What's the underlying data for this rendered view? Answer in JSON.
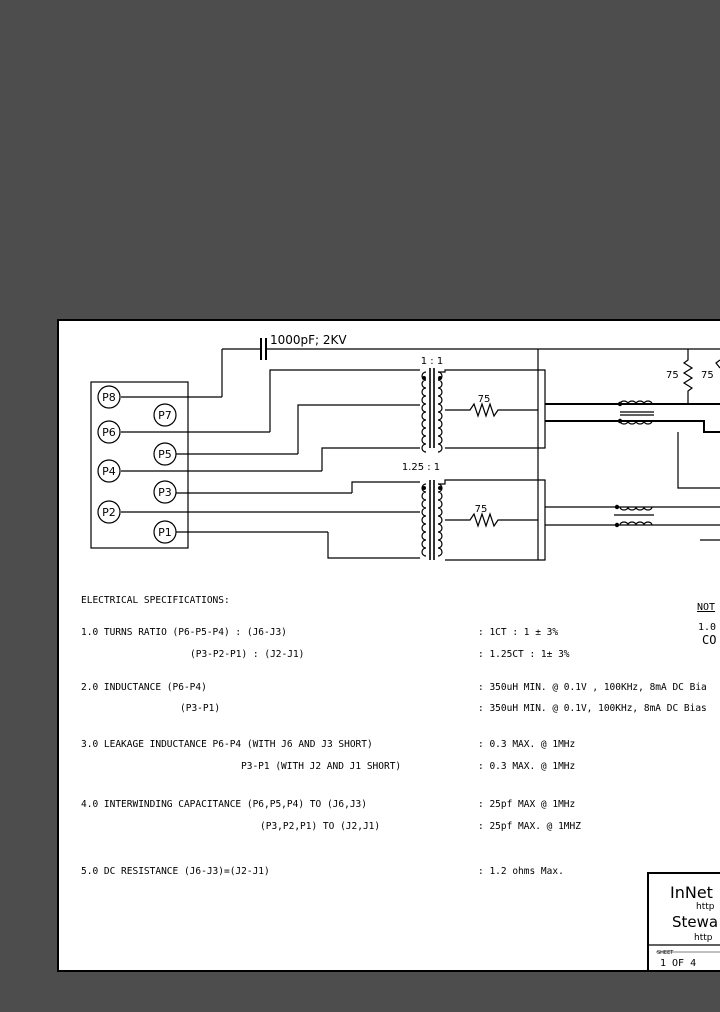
{
  "capacitor_label": "1000pF; 2KV",
  "transformer_top_ratio": "1 : 1",
  "transformer_bottom_ratio": "1.25 : 1",
  "resistor_top_label": "75",
  "resistor_bottom_label": "75",
  "right_resistor_labels": [
    "75",
    "75"
  ],
  "pins": {
    "p8": "P8",
    "p7": "P7",
    "p6": "P6",
    "p5": "P5",
    "p4": "P4",
    "p3": "P3",
    "p2": "P2",
    "p1": "P1"
  },
  "notes_heading": "NOT",
  "notes_line1_num": "1.0",
  "notes_line1_text": "CO",
  "specs": {
    "heading": "ELECTRICAL SPECIFICATIONS:",
    "rows": [
      {
        "label": "1.0  TURNS RATIO (P6-P5-P4) : (J6-J3)",
        "value": ": 1CT : 1 ± 3%"
      },
      {
        "label": "(P3-P2-P1) : (J2-J1)",
        "value": ": 1.25CT : 1± 3%"
      },
      {
        "label": "2.0  INDUCTANCE (P6-P4)",
        "value": ": 350uH MIN. @ 0.1V , 100KHz, 8mA DC Bia"
      },
      {
        "label": "(P3-P1)",
        "value": ": 350uH MIN. @ 0.1V, 100KHz, 8mA DC Bias"
      },
      {
        "label": "3.0  LEAKAGE INDUCTANCE P6-P4 (WITH J6 AND J3 SHORT)",
        "value": ": 0.3 MAX. @ 1MHz"
      },
      {
        "label": "P3-P1 (WITH J2 AND J1 SHORT)",
        "value": ": 0.3 MAX. @ 1MHz"
      },
      {
        "label": "4.0  INTERWINDING CAPACITANCE (P6,P5,P4) TO (J6,J3)",
        "value": ": 25pf MAX @ 1MHz"
      },
      {
        "label": "(P3,P2,P1) TO (J2,J1)",
        "value": ": 25pf MAX. @ 1MHZ"
      },
      {
        "label": "5.0  DC RESISTANCE (J6-J3)=(J2-J1)",
        "value": ": 1.2 ohms Max."
      }
    ]
  },
  "title_block": {
    "company": "InNet",
    "url1": "http",
    "company2": "Stewa",
    "url2": "http",
    "sheet_caption": "SHEET",
    "sheet_value": "1  OF  4"
  }
}
